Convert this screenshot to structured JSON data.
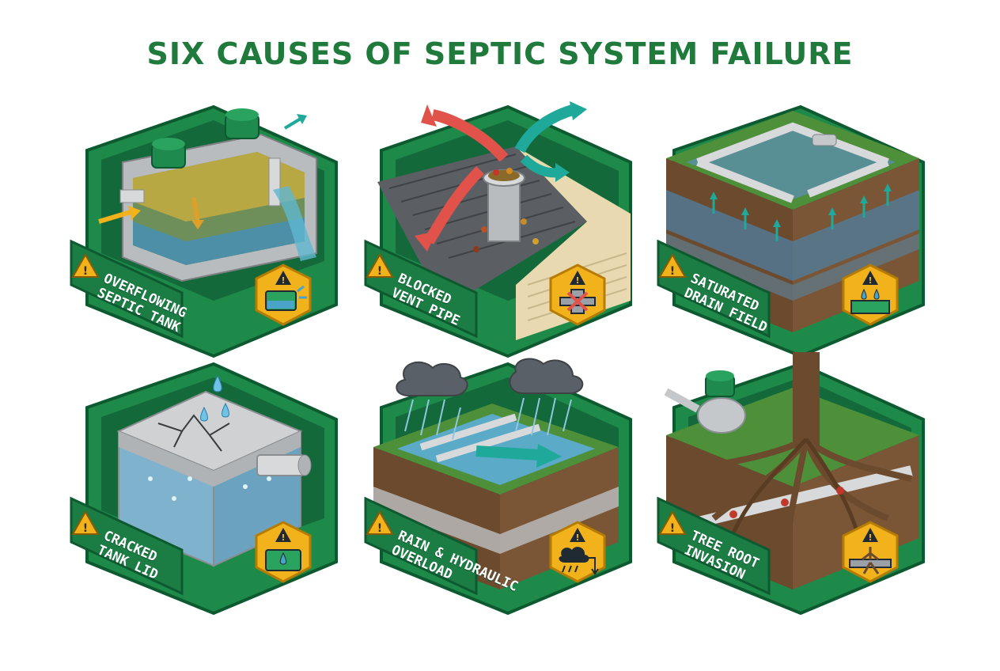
{
  "title": "SIX CAUSES OF SEPTIC SYSTEM FAILURE",
  "colors": {
    "frame_green": "#1e8a4a",
    "frame_dark": "#0e5a30",
    "badge_gold": "#f2b21c",
    "water_blue": "#4aa3c8",
    "arrow_red": "#e0524a",
    "arrow_teal": "#1ea99a"
  },
  "panels": [
    {
      "id": "overflowing-septic-tank",
      "label": "Overflowing\nSeptic Tank",
      "badge_icon": "overflowing-tank-icon"
    },
    {
      "id": "blocked-vent-pipe",
      "label": "Blocked\nVent Pipe",
      "badge_icon": "blocked-pipe-icon"
    },
    {
      "id": "saturated-drain-field",
      "label": "Saturated\nDrain Field",
      "badge_icon": "saturated-soil-icon"
    },
    {
      "id": "cracked-tank-lid",
      "label": "Cracked\nTank Lid",
      "badge_icon": "leaking-tank-icon"
    },
    {
      "id": "rain-hydraulic-overload",
      "label": "Rain & Hydraulic\nOverload",
      "badge_icon": "rain-cloud-icon"
    },
    {
      "id": "tree-root-invasion",
      "label": "Tree Root\nInvasion",
      "badge_icon": "root-pipe-icon"
    }
  ]
}
